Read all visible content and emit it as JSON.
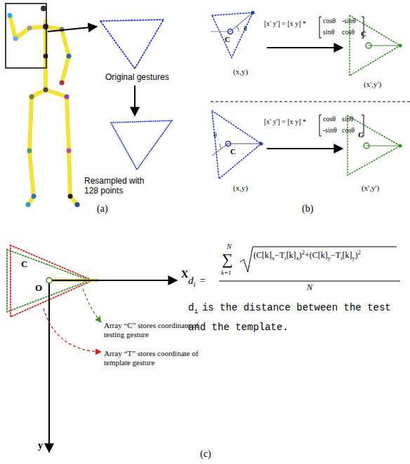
{
  "diagram": {
    "labels": [
      "Original gestures",
      "Resampled with 128 points",
      "(a)",
      "C",
      "θ",
      "[x' y'] = [x y] *",
      "cosθ",
      "-sinθ",
      "sinθ",
      "cosθ",
      "C",
      "(x,y)",
      "(x',y')",
      "θ",
      "C",
      "[x' y'] = [x y] *",
      "cosθ",
      "sinθ",
      "-sinθ",
      "cosθ",
      "(x,y)",
      "(x',y')",
      "C",
      "(b)",
      "C",
      "O",
      "X",
      "y",
      "Array “C” stores coordinate of testing gesture",
      "Array “T” stores coordinate of template gesture",
      "d",
      "i",
      "=",
      "N",
      "∑",
      "k=1",
      "(C[k]",
      "x",
      "−T",
      "i",
      "[k]",
      "x",
      ")",
      "2",
      "+(C[k]",
      "y",
      "−T",
      "i",
      "[k]",
      "y",
      ")",
      "2",
      "N",
      "d",
      "i",
      "is the distance between the test and the template.",
      "(c)"
    ]
  }
}
